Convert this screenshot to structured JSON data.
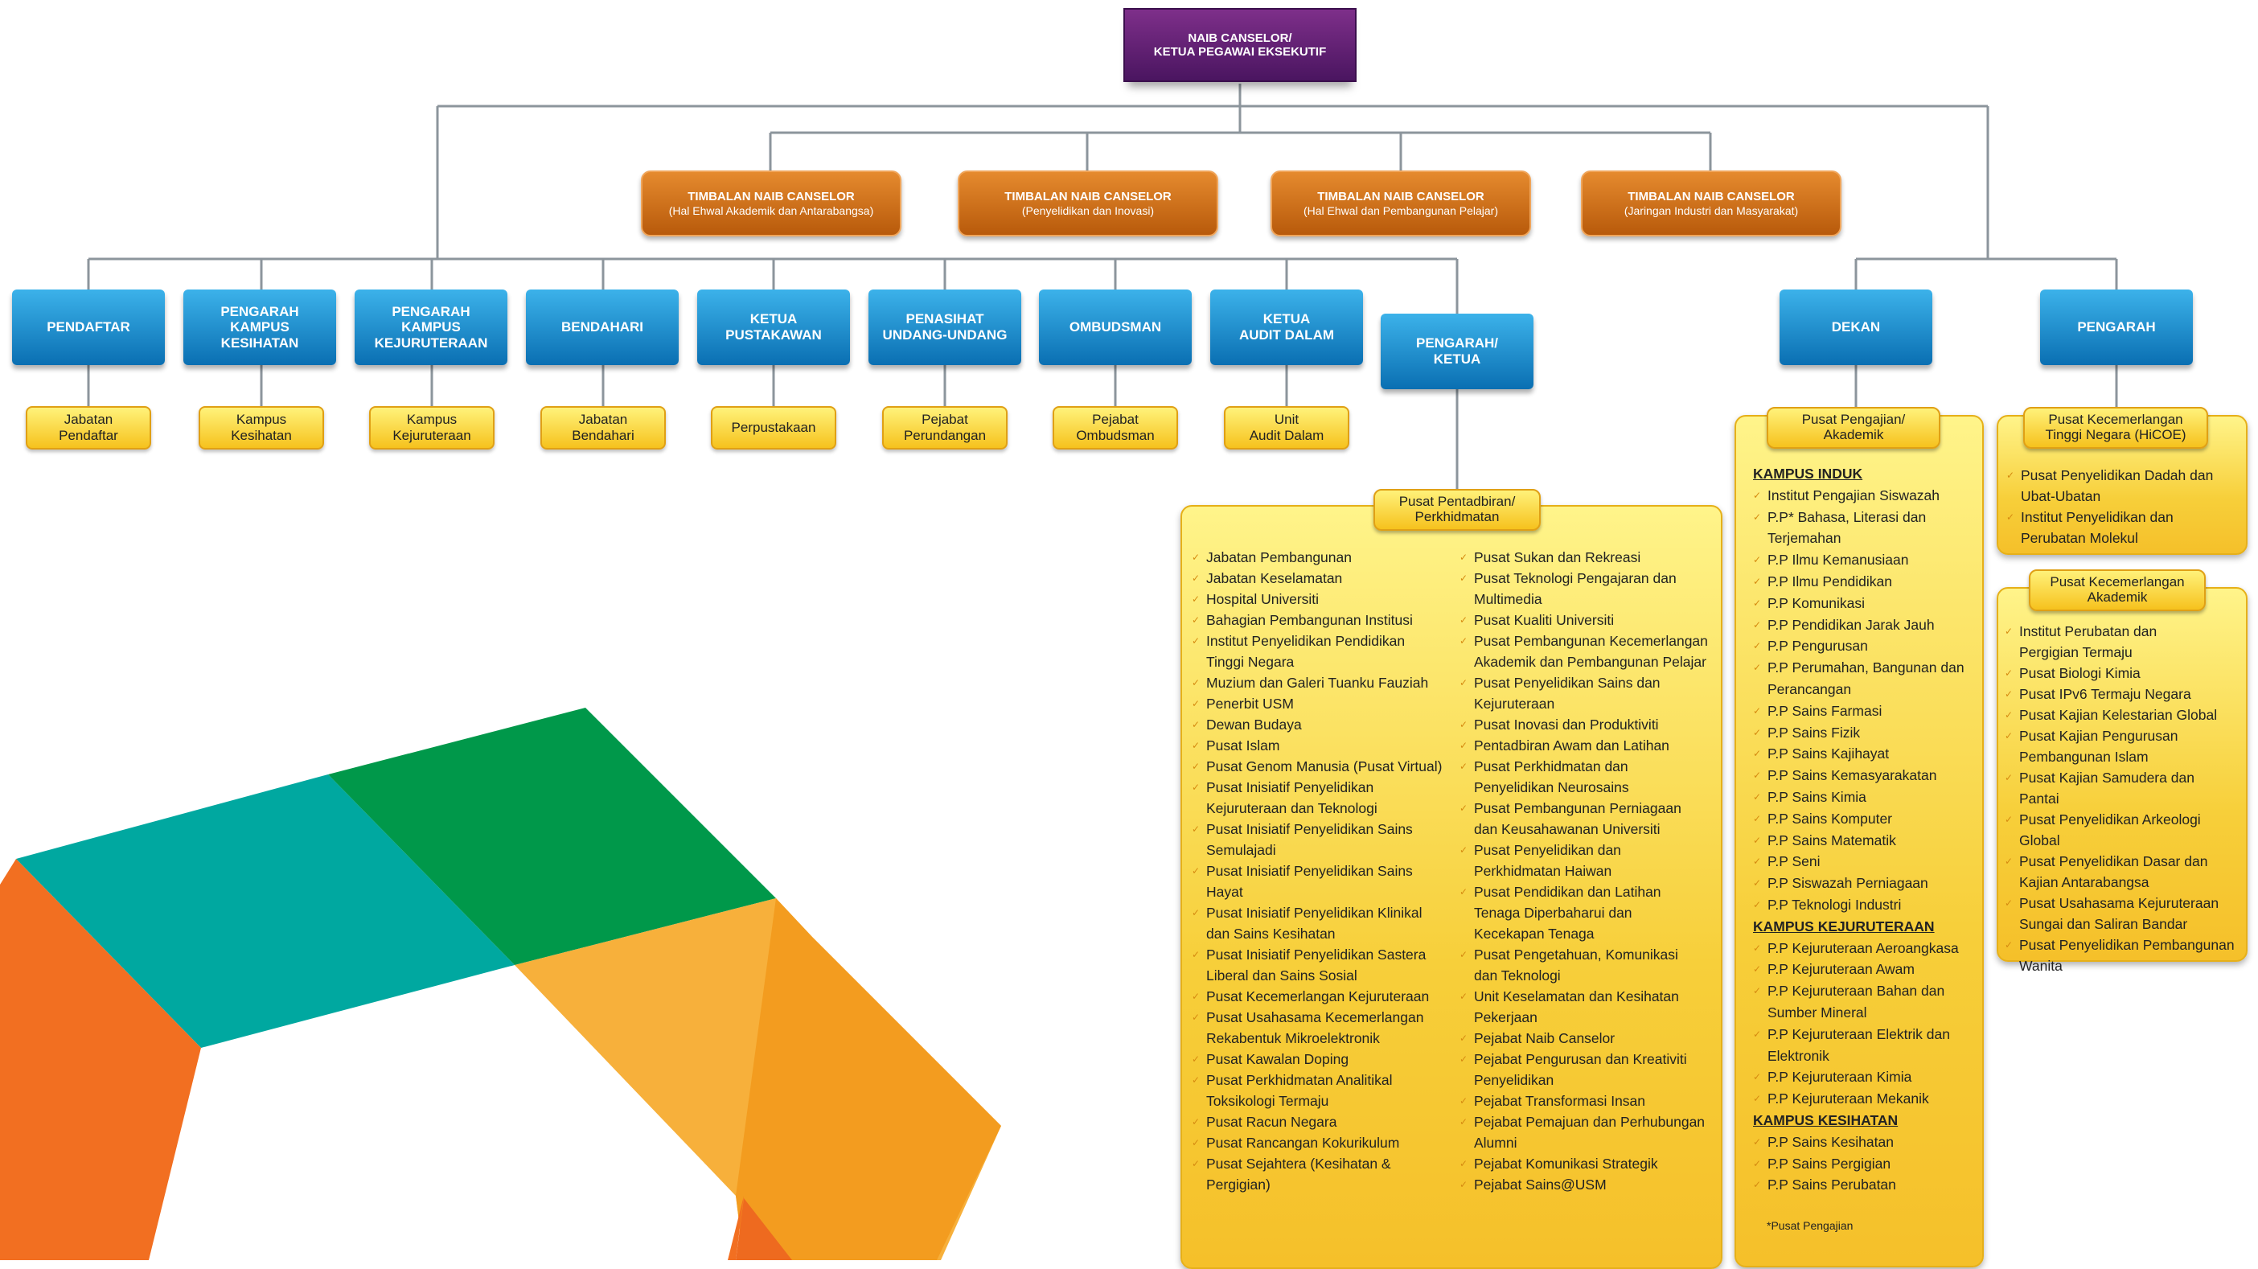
{
  "top": {
    "line1": "NAIB CANSELOR/",
    "line2": "KETUA PEGAWAI EKSEKUTIF"
  },
  "deputies": [
    {
      "title": "TIMBALAN NAIB CANSELOR",
      "sub": "(Hal Ehwal Akademik dan Antarabangsa)"
    },
    {
      "title": "TIMBALAN NAIB CANSELOR",
      "sub": "(Penyelidikan dan Inovasi)"
    },
    {
      "title": "TIMBALAN NAIB CANSELOR",
      "sub": "(Hal Ehwal dan Pembangunan Pelajar)"
    },
    {
      "title": "TIMBALAN NAIB CANSELOR",
      "sub": "(Jaringan Industri dan Masyarakat)"
    }
  ],
  "offices": [
    {
      "l1": "PENDAFTAR",
      "l2": "",
      "l3": ""
    },
    {
      "l1": "PENGARAH",
      "l2": "KAMPUS",
      "l3": "KESIHATAN"
    },
    {
      "l1": "PENGARAH",
      "l2": "KAMPUS",
      "l3": "KEJURUTERAAN"
    },
    {
      "l1": "BENDAHARI",
      "l2": "",
      "l3": ""
    },
    {
      "l1": "KETUA",
      "l2": "PUSTAKAWAN",
      "l3": ""
    },
    {
      "l1": "PENASIHAT",
      "l2": "UNDANG-UNDANG",
      "l3": ""
    },
    {
      "l1": "OMBUDSMAN",
      "l2": "",
      "l3": ""
    },
    {
      "l1": "KETUA",
      "l2": "AUDIT DALAM",
      "l3": ""
    },
    {
      "l1": "PENGARAH/",
      "l2": "KETUA",
      "l3": ""
    },
    {
      "l1": "DEKAN",
      "l2": "",
      "l3": ""
    },
    {
      "l1": "PENGARAH",
      "l2": "",
      "l3": ""
    }
  ],
  "units": [
    {
      "l1": "Jabatan",
      "l2": "Pendaftar"
    },
    {
      "l1": "Kampus",
      "l2": "Kesihatan"
    },
    {
      "l1": "Kampus",
      "l2": "Kejuruteraan"
    },
    {
      "l1": "Jabatan",
      "l2": "Bendahari"
    },
    {
      "l1": "Perpustakaan",
      "l2": ""
    },
    {
      "l1": "Pejabat",
      "l2": "Perundangan"
    },
    {
      "l1": "Pejabat",
      "l2": "Ombudsman"
    },
    {
      "l1": "Unit",
      "l2": "Audit Dalam"
    }
  ],
  "admin": {
    "header": {
      "l1": "Pusat Pentadbiran/",
      "l2": "Perkhidmatan"
    },
    "col1": [
      "Jabatan Pembangunan",
      "Jabatan Keselamatan",
      "Hospital Universiti",
      "Bahagian Pembangunan Institusi",
      "Institut Penyelidikan Pendidikan",
      "Tinggi Negara",
      "Muzium dan Galeri Tuanku Fauziah",
      "Penerbit USM",
      "Dewan Budaya",
      "Pusat Islam",
      "Pusat Genom Manusia (Pusat Virtual)",
      "Pusat Inisiatif Penyelidikan",
      "Kejuruteraan dan Teknologi",
      "Pusat Inisiatif Penyelidikan Sains",
      "Semulajadi",
      "Pusat Inisiatif Penyelidikan Sains",
      "Hayat",
      "Pusat Inisiatif Penyelidikan Klinikal",
      "dan Sains Kesihatan",
      "Pusat Inisiatif Penyelidikan Sastera",
      "Liberal dan Sains Sosial",
      "Pusat Kecemerlangan Kejuruteraan",
      "Pusat Usahasama Kecemerlangan",
      "Rekabentuk Mikroelektronik",
      "Pusat Kawalan Doping",
      "Pusat Perkhidmatan Analitikal",
      "Toksikologi Termaju",
      "Pusat Racun Negara",
      "Pusat Rancangan Kokurikulum",
      "Pusat Sejahtera (Kesihatan & Pergigian)"
    ],
    "col2": [
      "Pusat Sukan dan Rekreasi",
      "Pusat Teknologi Pengajaran dan",
      "Multimedia",
      "Pusat Kualiti Universiti",
      "Pusat Pembangunan Kecemerlangan",
      "Akademik dan Pembangunan Pelajar",
      "Pusat Penyelidikan Sains dan",
      "Kejuruteraan",
      "Pusat Inovasi dan Produktiviti",
      "Pentadbiran Awam dan Latihan",
      "Pusat Perkhidmatan dan",
      "Penyelidikan Neurosains",
      "Pusat Pembangunan Perniagaan",
      "dan Keusahawanan Universiti",
      "Pusat Penyelidikan dan",
      "Perkhidmatan Haiwan",
      "Pusat Pendidikan dan Latihan",
      "Tenaga Diperbaharui dan",
      "Kecekapan Tenaga",
      "Pusat Pengetahuan, Komunikasi",
      "dan Teknologi",
      "Unit Keselamatan dan Kesihatan",
      "Pekerjaan",
      "Pejabat Naib Canselor",
      "Pejabat Pengurusan dan Kreativiti",
      "Penyelidikan",
      "Pejabat Transformasi Insan",
      "Pejabat Pemajuan dan Perhubungan",
      "Alumni",
      "Pejabat Komunikasi Strategik",
      "Pejabat Sains@USM"
    ]
  },
  "academic": {
    "header": {
      "l1": "Pusat Pengajian/",
      "l2": "Akademik"
    },
    "sections": [
      {
        "head": "KAMPUS INDUK",
        "items": [
          "Institut Pengajian Siswazah",
          "P.P* Bahasa, Literasi dan",
          "Terjemahan",
          "P.P Ilmu Kemanusiaan",
          "P.P Ilmu Pendidikan",
          "P.P Komunikasi",
          "P.P Pendidikan Jarak Jauh",
          "P.P Pengurusan",
          "P.P Perumahan, Bangunan dan",
          "Perancangan",
          "P.P Sains Farmasi",
          "P.P Sains Fizik",
          "P.P Sains Kajihayat",
          "P.P Sains Kemasyarakatan",
          "P.P Sains Kimia",
          "P.P Sains Komputer",
          "P.P Sains Matematik",
          "P.P Seni",
          "P.P Siswazah Perniagaan",
          "P.P Teknologi Industri"
        ]
      },
      {
        "head": "KAMPUS KEJURUTERAAN",
        "items": [
          "P.P Kejuruteraan Aeroangkasa",
          "P.P Kejuruteraan Awam",
          "P.P Kejuruteraan Bahan dan",
          "Sumber Mineral",
          "P.P Kejuruteraan Elektrik dan",
          "Elektronik",
          "P.P Kejuruteraan Kimia",
          "P.P Kejuruteraan Mekanik"
        ]
      },
      {
        "head": "KAMPUS KESIHATAN",
        "items": [
          "P.P Sains Kesihatan",
          "P.P Sains Pergigian",
          "P.P Sains Perubatan"
        ]
      }
    ],
    "note": "*Pusat Pengajian"
  },
  "hicoe": {
    "header": {
      "l1": "Pusat Kecemerlangan",
      "l2": "Tinggi Negara (HiCOE)"
    },
    "items": [
      "Pusat Penyelidikan Dadah dan",
      "Ubat-Ubatan",
      "Institut Penyelidikan dan",
      "Perubatan Molekul"
    ]
  },
  "coe": {
    "header": {
      "l1": "Pusat Kecemerlangan",
      "l2": "Akademik"
    },
    "items": [
      "Institut Perubatan dan",
      "Pergigian Termaju",
      "Pusat Biologi Kimia",
      "Pusat IPv6 Termaju Negara",
      "Pusat Kajian Kelestarian Global",
      "Pusat Kajian Pengurusan",
      "Pembangunan Islam",
      "Pusat Kajian Samudera dan",
      "Pantai",
      "Pusat Penyelidikan Arkeologi",
      "Global",
      "Pusat Penyelidikan Dasar dan",
      "Kajian Antarabangsa",
      "Pusat Usahasama Kejuruteraan",
      "Sungai dan Saliran Bandar",
      "Pusat Penyelidikan Pembangunan",
      "Wanita"
    ]
  },
  "colors": {
    "purple": "#5a1c6e",
    "orange": "#c8661a",
    "blue": "#1a8fd6",
    "yellow": "#f8d43a",
    "line": "#8c959c"
  }
}
